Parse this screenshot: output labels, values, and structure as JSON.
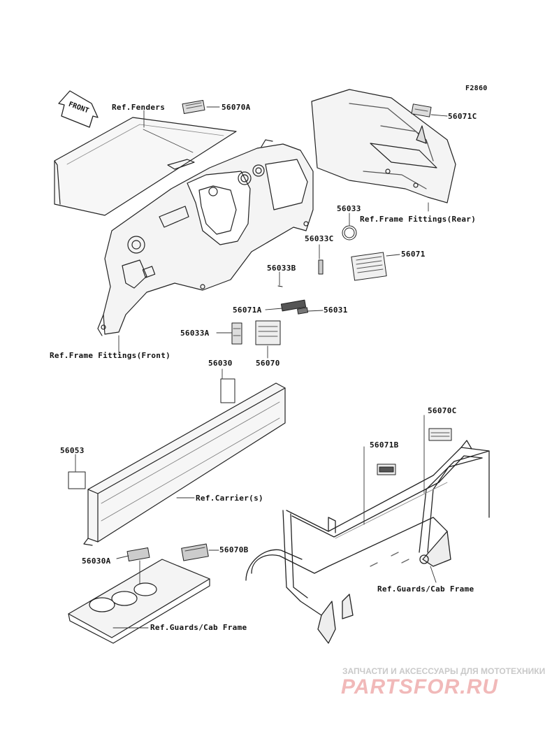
{
  "figure_id": "F2860",
  "front_arrow": "FRONT",
  "labels": {
    "ref_fenders": "Ref.Fenders",
    "p56070A": "56070A",
    "p56071C": "56071C",
    "p56033": "56033",
    "ref_frame_rear": "Ref.Frame Fittings(Rear)",
    "p56033C": "56033C",
    "p56071": "56071",
    "p56033B": "56033B",
    "p56071A": "56071A",
    "p56031": "56031",
    "p56033A": "56033A",
    "p56070": "56070",
    "ref_frame_front": "Ref.Frame Fittings(Front)",
    "p56030": "56030",
    "p56053": "56053",
    "p56070C": "56070C",
    "p56071B": "56071B",
    "ref_carrier": "Ref.Carrier(s)",
    "p56030A": "56030A",
    "p56070B": "56070B",
    "ref_guards_right": "Ref.Guards/Cab Frame",
    "ref_guards_left": "Ref.Guards/Cab Frame"
  },
  "watermark": {
    "tagline": "ЗАПЧАСТИ И АКСЕССУАРЫ ДЛЯ МОТОТЕХНИКИ",
    "logo": "PARTSFOR.RU"
  }
}
